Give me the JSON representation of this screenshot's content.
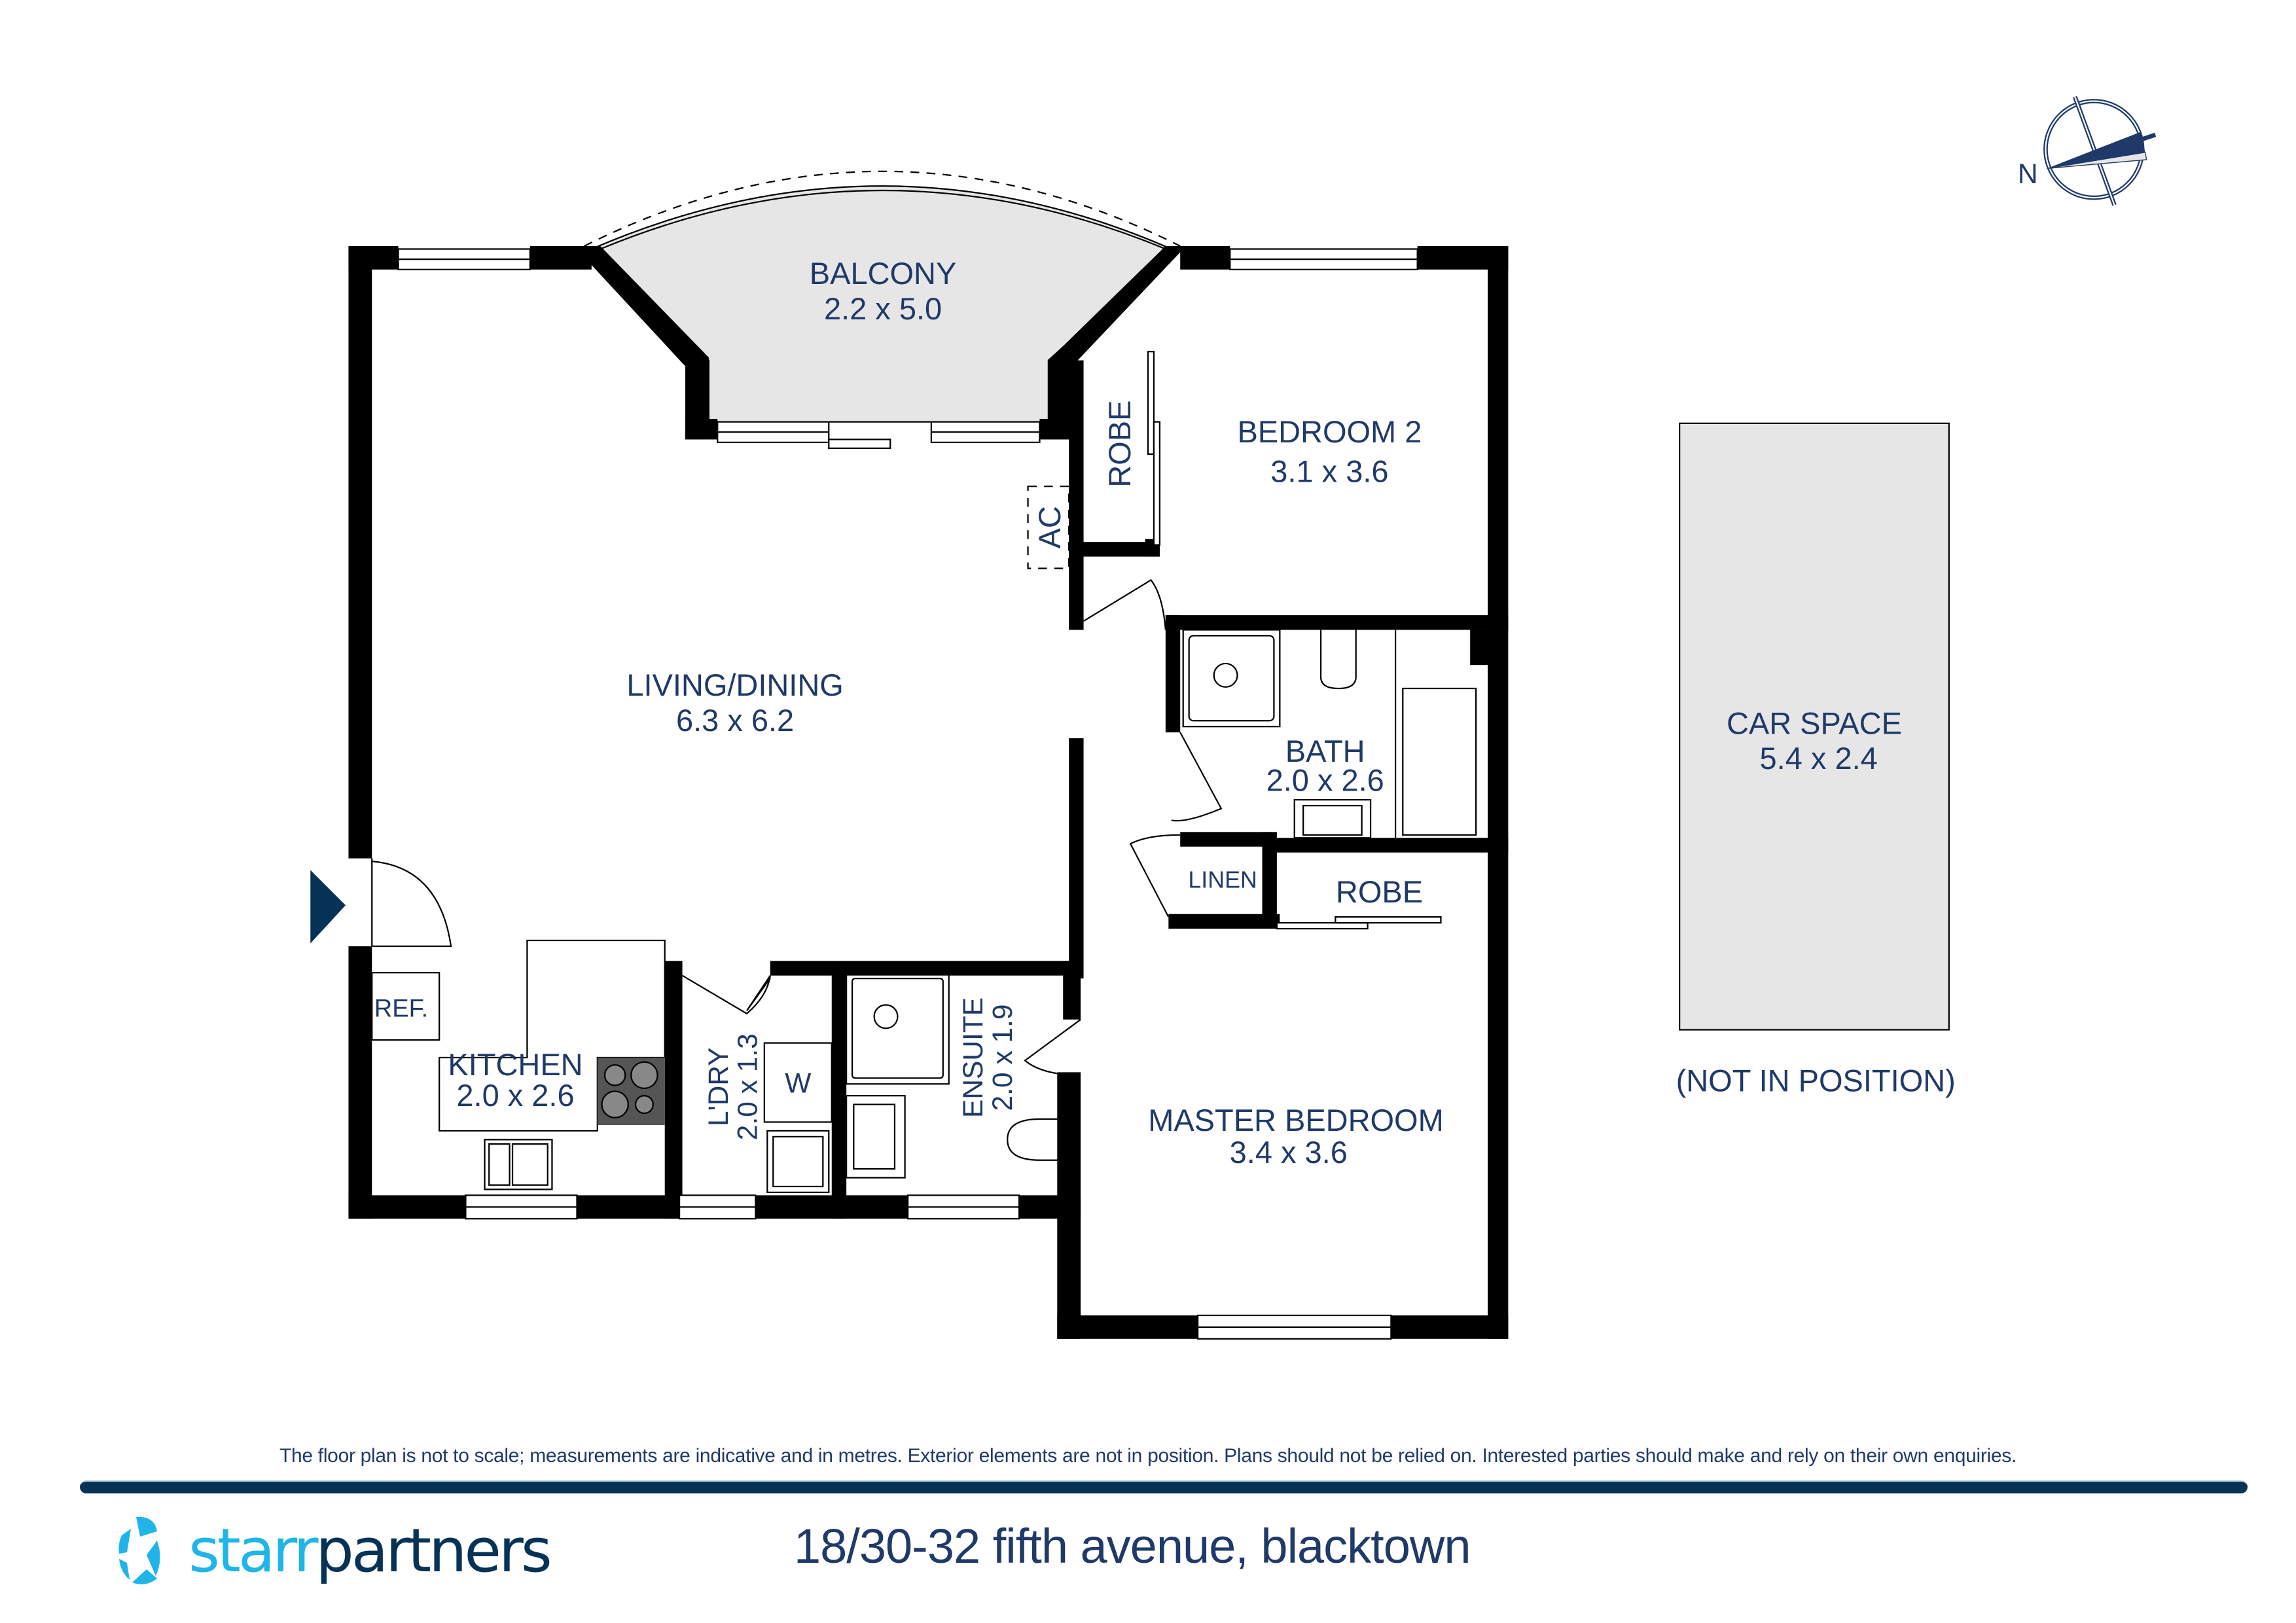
{
  "rooms": {
    "balcony": {
      "name": "BALCONY",
      "size": "2.2 x 5.0"
    },
    "living": {
      "name": "LIVING/DINING",
      "size": "6.3 x 6.2"
    },
    "bedroom2": {
      "name": "BEDROOM 2",
      "size": "3.1 x 3.6"
    },
    "robe2": {
      "name": "ROBE"
    },
    "ac": {
      "name": "AC"
    },
    "bath": {
      "name": "BATH",
      "size": "2.0 x 2.6"
    },
    "linen": {
      "name": "LINEN"
    },
    "robe_master": {
      "name": "ROBE"
    },
    "kitchen": {
      "name": "KITCHEN",
      "size": "2.0 x 2.6"
    },
    "ref": {
      "name": "REF."
    },
    "laundry": {
      "name": "L'DRY",
      "size": "2.0 x 1.3"
    },
    "washer": {
      "name": "W"
    },
    "ensuite": {
      "name": "ENSUITE",
      "size": "2.0 x 1.9"
    },
    "master": {
      "name": "MASTER BEDROOM",
      "size": "3.4 x 3.6"
    },
    "car_space": {
      "name": "CAR SPACE",
      "size": "5.4 x 2.4",
      "note": "(NOT IN POSITION)"
    }
  },
  "compass": {
    "label": "N"
  },
  "footer": {
    "disclaimer": "The floor plan is not to scale; measurements are indicative and in metres. Exterior elements are not in position. Plans should not be relied on. Interested parties should make and rely on their own enquiries.",
    "brand_part1": "starr",
    "brand_part2": "partners",
    "address": "18/30-32 fifth avenue, blacktown"
  },
  "colors": {
    "text": "#1f3a68",
    "brand_light": "#1fb5e8",
    "brand_dark": "#063355",
    "fill_grey": "#e6e6e6"
  }
}
